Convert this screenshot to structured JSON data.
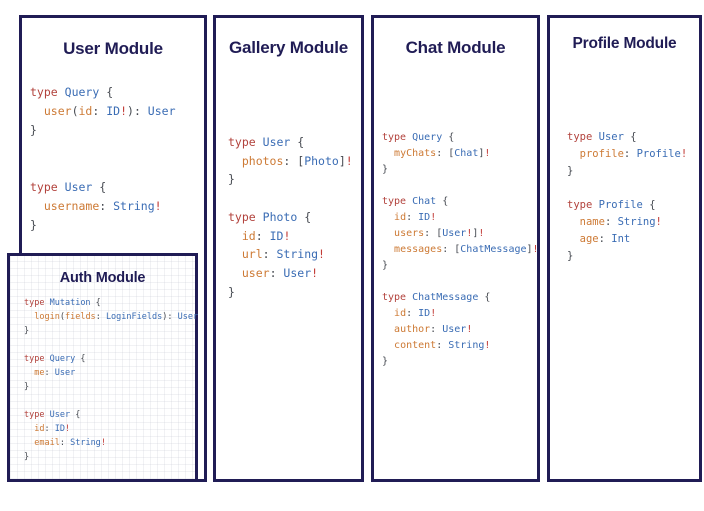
{
  "colors": {
    "border": "#201c55",
    "title": "#201c55",
    "kw": "#b2423c",
    "ty": "#3a6cb4",
    "fd": "#cd7a35",
    "pl": "#474b52",
    "bang": "#c23b36"
  },
  "legend": {
    "token_classes": {
      "kw": "graphql-keyword",
      "ty": "type-name",
      "fd": "field-name",
      "pl": "punctuation",
      "bang": "non-null-bang"
    }
  },
  "modules": {
    "user": {
      "title": "User Module",
      "code": [
        [
          [
            "kw",
            "type"
          ],
          [
            "pl",
            " "
          ],
          [
            "ty",
            "Query"
          ],
          [
            "pl",
            " {"
          ]
        ],
        [
          [
            "pl",
            "  "
          ],
          [
            "fd",
            "user"
          ],
          [
            "pl",
            "("
          ],
          [
            "fd",
            "id"
          ],
          [
            "pl",
            ": "
          ],
          [
            "ty",
            "ID"
          ],
          [
            "bang",
            "!"
          ],
          [
            "pl",
            "): "
          ],
          [
            "ty",
            "User"
          ]
        ],
        [
          [
            "pl",
            "}"
          ]
        ],
        [],
        [],
        [
          [
            "kw",
            "type"
          ],
          [
            "pl",
            " "
          ],
          [
            "ty",
            "User"
          ],
          [
            "pl",
            " {"
          ]
        ],
        [
          [
            "pl",
            "  "
          ],
          [
            "fd",
            "username"
          ],
          [
            "pl",
            ": "
          ],
          [
            "ty",
            "String"
          ],
          [
            "bang",
            "!"
          ]
        ],
        [
          [
            "pl",
            "}"
          ]
        ]
      ]
    },
    "auth": {
      "title": "Auth Module",
      "code": [
        [
          [
            "kw",
            "type"
          ],
          [
            "pl",
            " "
          ],
          [
            "ty",
            "Mutation"
          ],
          [
            "pl",
            " {"
          ]
        ],
        [
          [
            "pl",
            "  "
          ],
          [
            "fd",
            "login"
          ],
          [
            "pl",
            "("
          ],
          [
            "fd",
            "fields"
          ],
          [
            "pl",
            ": "
          ],
          [
            "ty",
            "LoginFields"
          ],
          [
            "pl",
            "): "
          ],
          [
            "ty",
            "User"
          ]
        ],
        [
          [
            "pl",
            "}"
          ]
        ],
        [],
        [
          [
            "kw",
            "type"
          ],
          [
            "pl",
            " "
          ],
          [
            "ty",
            "Query"
          ],
          [
            "pl",
            " {"
          ]
        ],
        [
          [
            "pl",
            "  "
          ],
          [
            "fd",
            "me"
          ],
          [
            "pl",
            ": "
          ],
          [
            "ty",
            "User"
          ]
        ],
        [
          [
            "pl",
            "}"
          ]
        ],
        [],
        [
          [
            "kw",
            "type"
          ],
          [
            "pl",
            " "
          ],
          [
            "ty",
            "User"
          ],
          [
            "pl",
            " {"
          ]
        ],
        [
          [
            "pl",
            "  "
          ],
          [
            "fd",
            "id"
          ],
          [
            "pl",
            ": "
          ],
          [
            "ty",
            "ID"
          ],
          [
            "bang",
            "!"
          ]
        ],
        [
          [
            "pl",
            "  "
          ],
          [
            "fd",
            "email"
          ],
          [
            "pl",
            ": "
          ],
          [
            "ty",
            "String"
          ],
          [
            "bang",
            "!"
          ]
        ],
        [
          [
            "pl",
            "}"
          ]
        ]
      ]
    },
    "gallery": {
      "title": "Gallery Module",
      "code": [
        [
          [
            "kw",
            "type"
          ],
          [
            "pl",
            " "
          ],
          [
            "ty",
            "User"
          ],
          [
            "pl",
            " {"
          ]
        ],
        [
          [
            "pl",
            "  "
          ],
          [
            "fd",
            "photos"
          ],
          [
            "pl",
            ": ["
          ],
          [
            "ty",
            "Photo"
          ],
          [
            "pl",
            "]"
          ],
          [
            "bang",
            "!"
          ]
        ],
        [
          [
            "pl",
            "}"
          ]
        ],
        [],
        [
          [
            "kw",
            "type"
          ],
          [
            "pl",
            " "
          ],
          [
            "ty",
            "Photo"
          ],
          [
            "pl",
            " {"
          ]
        ],
        [
          [
            "pl",
            "  "
          ],
          [
            "fd",
            "id"
          ],
          [
            "pl",
            ": "
          ],
          [
            "ty",
            "ID"
          ],
          [
            "bang",
            "!"
          ]
        ],
        [
          [
            "pl",
            "  "
          ],
          [
            "fd",
            "url"
          ],
          [
            "pl",
            ": "
          ],
          [
            "ty",
            "String"
          ],
          [
            "bang",
            "!"
          ]
        ],
        [
          [
            "pl",
            "  "
          ],
          [
            "fd",
            "user"
          ],
          [
            "pl",
            ": "
          ],
          [
            "ty",
            "User"
          ],
          [
            "bang",
            "!"
          ]
        ],
        [
          [
            "pl",
            "}"
          ]
        ]
      ]
    },
    "chat": {
      "title": "Chat Module",
      "code": [
        [
          [
            "kw",
            "type"
          ],
          [
            "pl",
            " "
          ],
          [
            "ty",
            "Query"
          ],
          [
            "pl",
            " {"
          ]
        ],
        [
          [
            "pl",
            "  "
          ],
          [
            "fd",
            "myChats"
          ],
          [
            "pl",
            ": ["
          ],
          [
            "ty",
            "Chat"
          ],
          [
            "pl",
            "]"
          ],
          [
            "bang",
            "!"
          ]
        ],
        [
          [
            "pl",
            "}"
          ]
        ],
        [],
        [
          [
            "kw",
            "type"
          ],
          [
            "pl",
            " "
          ],
          [
            "ty",
            "Chat"
          ],
          [
            "pl",
            " {"
          ]
        ],
        [
          [
            "pl",
            "  "
          ],
          [
            "fd",
            "id"
          ],
          [
            "pl",
            ": "
          ],
          [
            "ty",
            "ID"
          ],
          [
            "bang",
            "!"
          ]
        ],
        [
          [
            "pl",
            "  "
          ],
          [
            "fd",
            "users"
          ],
          [
            "pl",
            ": ["
          ],
          [
            "ty",
            "User"
          ],
          [
            "bang",
            "!"
          ],
          [
            "pl",
            "]"
          ],
          [
            "bang",
            "!"
          ]
        ],
        [
          [
            "pl",
            "  "
          ],
          [
            "fd",
            "messages"
          ],
          [
            "pl",
            ": ["
          ],
          [
            "ty",
            "ChatMessage"
          ],
          [
            "pl",
            "]"
          ],
          [
            "bang",
            "!"
          ]
        ],
        [
          [
            "pl",
            "}"
          ]
        ],
        [],
        [
          [
            "kw",
            "type"
          ],
          [
            "pl",
            " "
          ],
          [
            "ty",
            "ChatMessage"
          ],
          [
            "pl",
            " {"
          ]
        ],
        [
          [
            "pl",
            "  "
          ],
          [
            "fd",
            "id"
          ],
          [
            "pl",
            ": "
          ],
          [
            "ty",
            "ID"
          ],
          [
            "bang",
            "!"
          ]
        ],
        [
          [
            "pl",
            "  "
          ],
          [
            "fd",
            "author"
          ],
          [
            "pl",
            ": "
          ],
          [
            "ty",
            "User"
          ],
          [
            "bang",
            "!"
          ]
        ],
        [
          [
            "pl",
            "  "
          ],
          [
            "fd",
            "content"
          ],
          [
            "pl",
            ": "
          ],
          [
            "ty",
            "String"
          ],
          [
            "bang",
            "!"
          ]
        ],
        [
          [
            "pl",
            "}"
          ]
        ]
      ]
    },
    "profile": {
      "title": "Profile Module",
      "code": [
        [
          [
            "kw",
            "type"
          ],
          [
            "pl",
            " "
          ],
          [
            "ty",
            "User"
          ],
          [
            "pl",
            " {"
          ]
        ],
        [
          [
            "pl",
            "  "
          ],
          [
            "fd",
            "profile"
          ],
          [
            "pl",
            ": "
          ],
          [
            "ty",
            "Profile"
          ],
          [
            "bang",
            "!"
          ]
        ],
        [
          [
            "pl",
            "}"
          ]
        ],
        [],
        [
          [
            "kw",
            "type"
          ],
          [
            "pl",
            " "
          ],
          [
            "ty",
            "Profile"
          ],
          [
            "pl",
            " {"
          ]
        ],
        [
          [
            "pl",
            "  "
          ],
          [
            "fd",
            "name"
          ],
          [
            "pl",
            ": "
          ],
          [
            "ty",
            "String"
          ],
          [
            "bang",
            "!"
          ]
        ],
        [
          [
            "pl",
            "  "
          ],
          [
            "fd",
            "age"
          ],
          [
            "pl",
            ": "
          ],
          [
            "ty",
            "Int"
          ]
        ],
        [
          [
            "pl",
            "}"
          ]
        ]
      ]
    }
  }
}
